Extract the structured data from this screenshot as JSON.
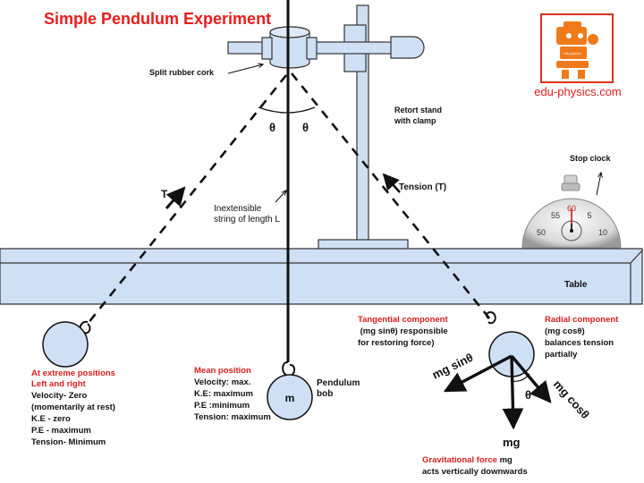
{
  "title": "Simple Pendulum Experiment",
  "brand": {
    "site": "edu-physics.com",
    "badge_text": "edu-physics",
    "colors": {
      "frame": "#e03020",
      "robot": "#f07a1a",
      "site_text": "#e0201a"
    }
  },
  "labels": {
    "cork": "Split rubber cork",
    "retort_line1": "Retort stand",
    "retort_line2": "with clamp",
    "stop_clock": "Stop clock",
    "tension": "Tension (T)",
    "T": "T",
    "theta_left": "θ",
    "theta_right": "θ",
    "string_line1": "Inextensible",
    "string_line2": "string of length L",
    "table": "Table",
    "bob_m": "m",
    "bob_line1": "Pendulum",
    "bob_line2": "bob",
    "mg_sin": "mg sinθ",
    "mg_cos": "mg cosθ",
    "mg": "mg",
    "theta_bottom": "θ"
  },
  "extreme": {
    "title1": "At extreme positions",
    "title2": "Left and right",
    "lines": [
      "Velocity- Zero",
      "(momentarily at rest)",
      "K.E -  zero",
      "P.E - maximum",
      "Tension- Minimum"
    ]
  },
  "mean": {
    "title": "Mean position",
    "lines": [
      "Velocity: max.",
      "K.E: maximum",
      "P.E :minimum",
      "Tension:  maximum"
    ]
  },
  "tangential": {
    "title": "Tangential component",
    "lines": [
      " (mg sinθ) responsible",
      "for restoring force)"
    ]
  },
  "radial": {
    "title": "Radial component",
    "lines": [
      "(mg cosθ)",
      "balances tension",
      "partially"
    ]
  },
  "gravity": {
    "title": "Gravitational force",
    "title_tail": " mg",
    "line2": "acts vertically downwards"
  },
  "clock": {
    "numbers": [
      "55",
      "60",
      "5",
      "50",
      "10"
    ]
  },
  "colors": {
    "title": "#e81c1c",
    "red_heading": "#d81e1e",
    "bob_fill": "#cfe0f5",
    "table_fill": "#cfe0f5",
    "stand_fill": "#cfe0f5",
    "line": "#111111"
  }
}
